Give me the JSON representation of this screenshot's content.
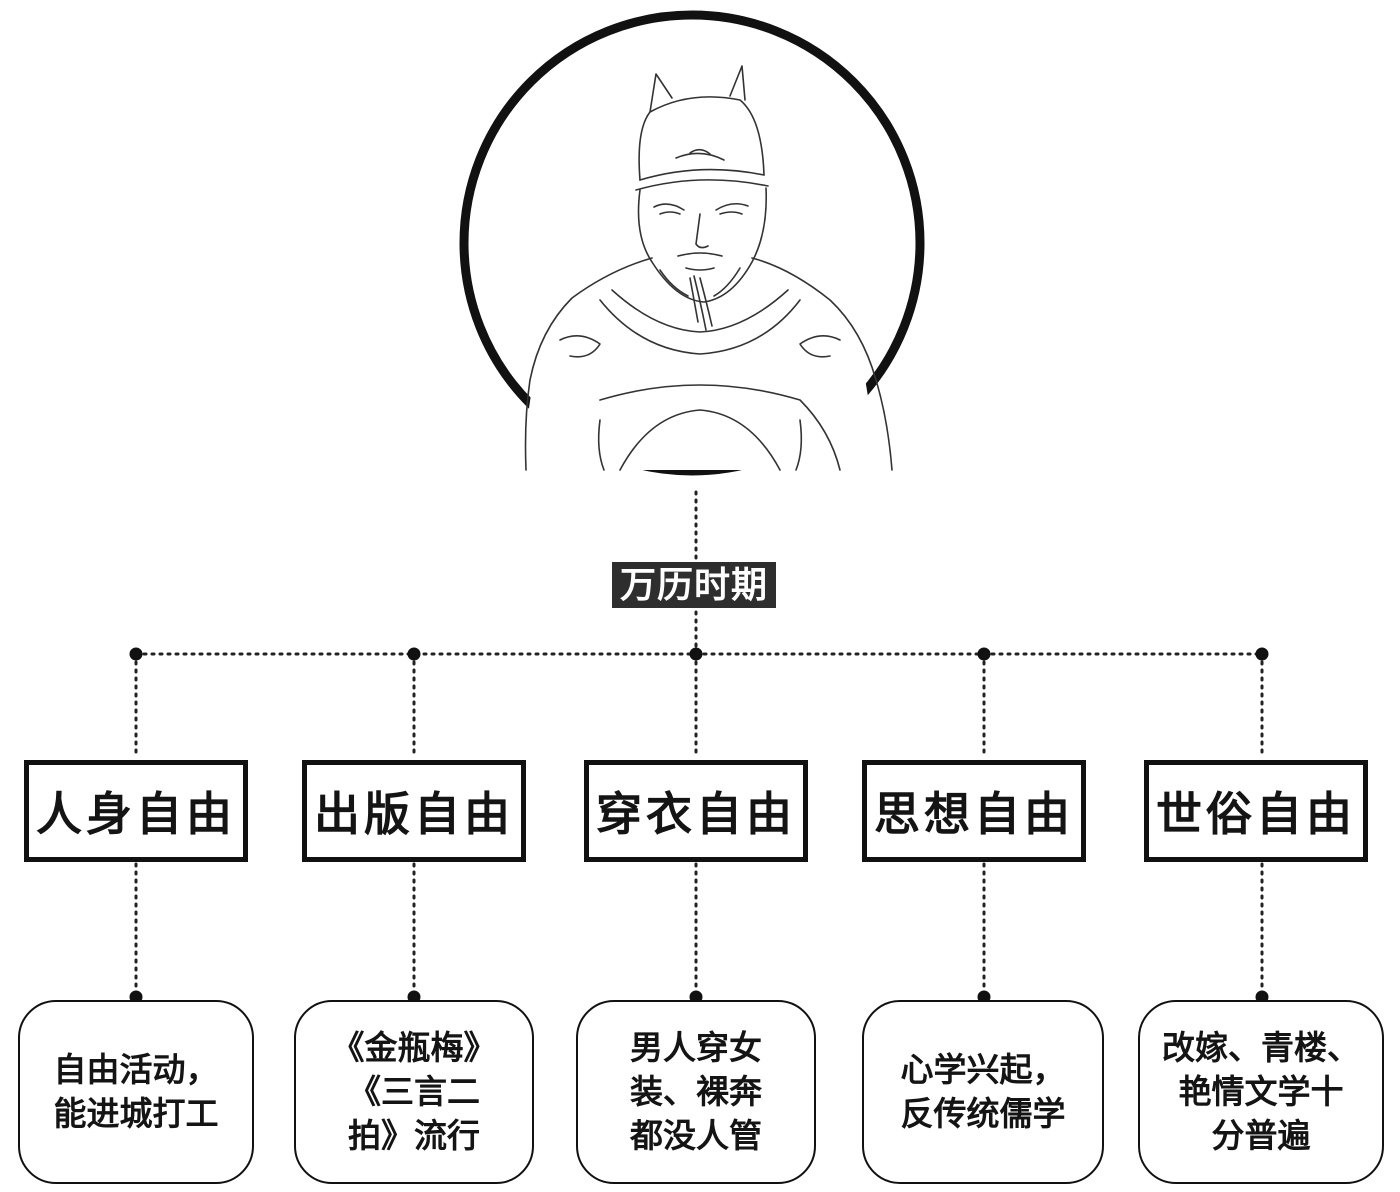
{
  "diagram": {
    "center_label": "万历时期",
    "categories": [
      {
        "id": "personal",
        "label": "人身自由",
        "detail": [
          "自由活动，",
          "能进城打工"
        ]
      },
      {
        "id": "publishing",
        "label": "出版自由",
        "detail": [
          "《金瓶梅》",
          "《三言二",
          "拍》流行"
        ]
      },
      {
        "id": "dress",
        "label": "穿衣自由",
        "detail": [
          "男人穿女",
          "装、裸奔",
          "都没人管"
        ]
      },
      {
        "id": "thought",
        "label": "思想自由",
        "detail": [
          "心学兴起，",
          "反传统儒学"
        ]
      },
      {
        "id": "secular",
        "label": "世俗自由",
        "detail": [
          "改嫁、青楼、",
          "艳情文学十",
          "分普遍"
        ]
      }
    ]
  },
  "portrait": {
    "icon": "emperor-portrait-icon"
  },
  "colors": {
    "line": "#111111",
    "label_bg": "#2e2e2e",
    "label_text": "#ffffff"
  }
}
